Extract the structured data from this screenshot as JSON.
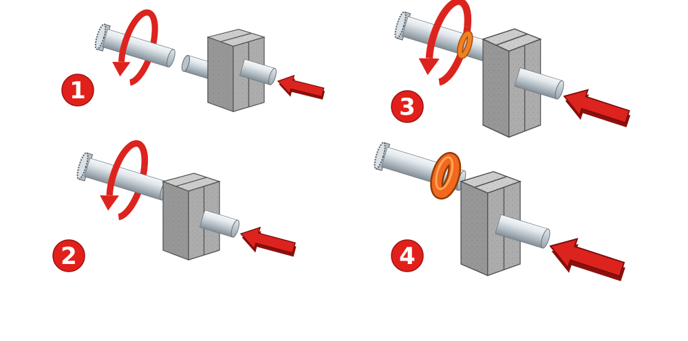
{
  "diagram": {
    "type": "process-steps",
    "subject": "rotating shaft pressed into clamped workpiece (friction weld sequence)",
    "background": "#ffffff"
  },
  "colors": {
    "arrow-red": "#dd231e",
    "badge-red": "#e2201b",
    "heat-orange": "#f08122",
    "flash-orange": "#f2681e",
    "block-gray": "#a9a9a9",
    "shaft-gray": "#c6cfd6"
  },
  "steps": [
    {
      "number": "1",
      "icons": [
        "rotation-arrow-icon",
        "feed-arrow-icon"
      ]
    },
    {
      "number": "2",
      "icons": [
        "rotation-arrow-icon",
        "feed-arrow-icon"
      ]
    },
    {
      "number": "3",
      "icons": [
        "rotation-arrow-icon",
        "feed-arrow-icon",
        "heat-ring"
      ]
    },
    {
      "number": "4",
      "icons": [
        "feed-arrow-icon",
        "flash-ring"
      ]
    }
  ]
}
